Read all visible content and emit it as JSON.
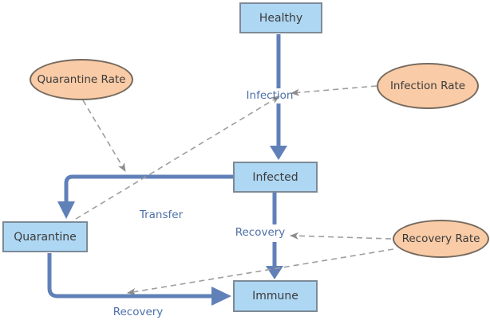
{
  "diagram": {
    "stocks": [
      {
        "label": "Healthy"
      },
      {
        "label": "Infected"
      },
      {
        "label": "Quarantine"
      },
      {
        "label": "Immune"
      }
    ],
    "variables": [
      {
        "label": "Quarantine Rate"
      },
      {
        "label": "Infection Rate"
      },
      {
        "label": "Recovery Rate"
      }
    ],
    "flows": [
      {
        "label": "Infection",
        "from": "Healthy",
        "to": "Infected"
      },
      {
        "label": "Transfer",
        "from": "Infected",
        "to": "Quarantine"
      },
      {
        "label": "Recovery",
        "from": "Infected",
        "to": "Immune"
      },
      {
        "label": "Recovery",
        "from": "Quarantine",
        "to": "Immune"
      }
    ],
    "links": [
      {
        "from": "Quarantine Rate",
        "to": "Transfer flow"
      },
      {
        "from": "Infection Rate",
        "to": "Infection flow"
      },
      {
        "from": "Quarantine",
        "to": "Infection flow"
      },
      {
        "from": "Recovery Rate",
        "to": "Recovery flow (Infected to Immune)"
      },
      {
        "from": "Recovery Rate",
        "to": "Recovery flow (Quarantine to Immune)"
      }
    ],
    "colors": {
      "stock_fill": "#aed7f3",
      "stock_border": "#7d8a97",
      "variable_fill": "#f9cba6",
      "variable_border": "#766a5e",
      "flow": "#6080b8",
      "link": "#9e9e9e",
      "flow_label_text": "#4e6fa8",
      "node_text": "#3b3b3b",
      "background": "#ffffff"
    }
  }
}
